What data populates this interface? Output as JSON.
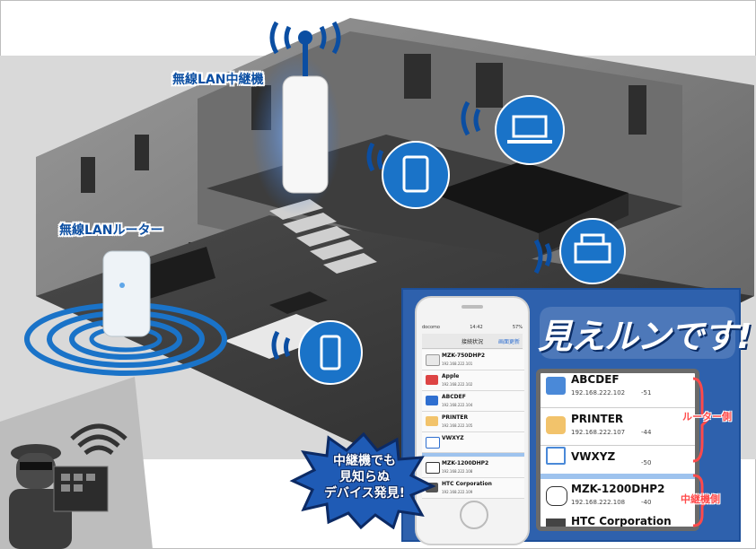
{
  "labels": {
    "repeater": "無線LAN中継機",
    "router": "無線LANルーター"
  },
  "logo": {
    "text": "見えルンです!"
  },
  "phone": {
    "carrier": "docomo",
    "time": "14:42",
    "battery": "57%",
    "nav_title": "接続状況",
    "nav_refresh": "画面更新",
    "rows": [
      {
        "name": "MZK-750DHP2",
        "ip": "192.168.222.101"
      },
      {
        "name": "Apple",
        "ip": "192.168.222.102"
      },
      {
        "name": "ABCDEF",
        "ip": "192.168.222.104"
      },
      {
        "name": "PRINTER",
        "ip": "192.168.222.105"
      },
      {
        "name": "VWXYZ",
        "ip": "192.168.222.106"
      },
      {
        "name": "MZK-1200DHP2",
        "ip": "192.168.222.108"
      },
      {
        "name": "HTC Corporation",
        "ip": "192.168.222.109"
      }
    ]
  },
  "zoom": {
    "rows": [
      {
        "name": "ABCDEF",
        "ip": "192.168.222.102",
        "signal": "-51"
      },
      {
        "name": "PRINTER",
        "ip": "192.168.222.107",
        "signal": "-44"
      },
      {
        "name": "VWXYZ",
        "ip": "",
        "signal": "-50"
      },
      {
        "name": "MZK-1200DHP2",
        "ip": "192.168.222.108",
        "signal": "-40"
      },
      {
        "name": "HTC Corporation",
        "ip": "",
        "signal": ""
      }
    ],
    "router_side": "ルーター側",
    "repeater_side": "中継機側"
  },
  "burst": {
    "line1": "中継機でも",
    "line2": "見知らぬ",
    "line3": "デバイス発見!"
  },
  "icons": {
    "tablet": "tablet-icon",
    "laptop": "laptop-icon",
    "printer": "printer-icon",
    "smartphone": "smartphone-icon",
    "wifi": "wifi-icon"
  },
  "colors": {
    "accent_blue": "#1a73c8",
    "label_blue": "#0b4ea2",
    "panel_blue": "#2e61ad",
    "bracket_red": "#ff4a4a"
  }
}
